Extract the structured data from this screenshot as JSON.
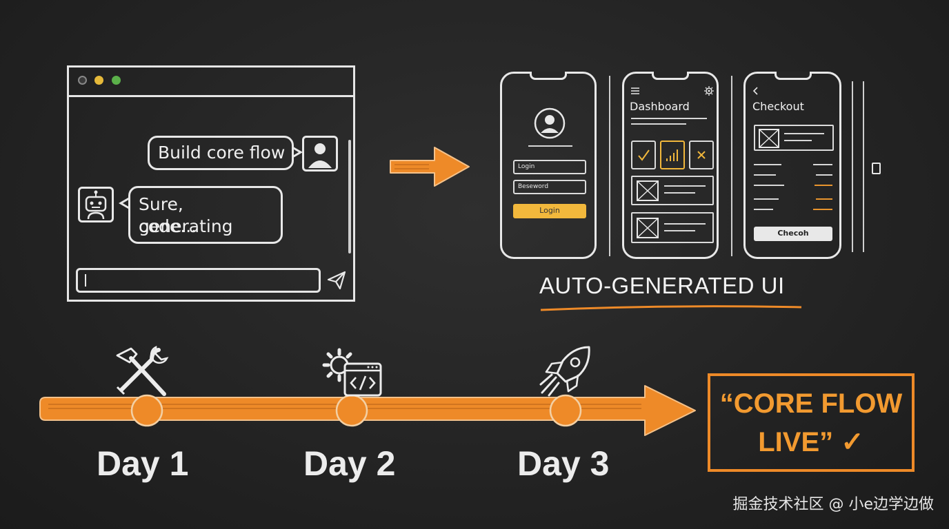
{
  "chat": {
    "user_message": "Build core flow",
    "bot_message_line1": "Sure, generating",
    "bot_message_line2": "code..."
  },
  "phones": {
    "login": {
      "username_placeholder": "Login",
      "password_placeholder": "Beseword",
      "button": "Login"
    },
    "dashboard": {
      "title": "Dashboard"
    },
    "checkout": {
      "title": "Checkout",
      "button": "Checoh"
    }
  },
  "auto_label": "AUTO-GENERATED UI",
  "timeline": {
    "days": [
      "Day 1",
      "Day 2",
      "Day 3"
    ],
    "icons": [
      "hammer-wrench-icon",
      "gear-code-icon",
      "rocket-icon"
    ]
  },
  "goal": {
    "line1": "“CORE FLOW",
    "line2": "LIVE” ✓"
  },
  "watermark": "掘金技术社区 @ 小e边学边做",
  "colors": {
    "accent": "#f29a30",
    "chalk": "#e8e8e8",
    "board": "#262626"
  }
}
